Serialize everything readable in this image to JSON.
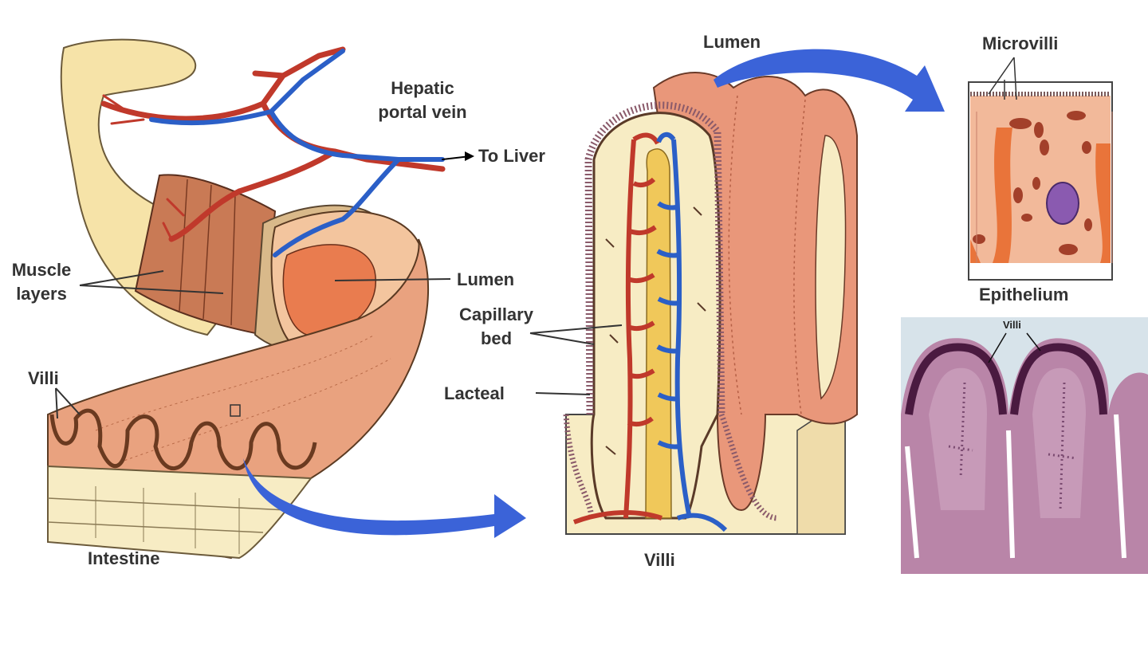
{
  "labels": {
    "hepatic_portal_vein_line1": "Hepatic",
    "hepatic_portal_vein_line2": "portal vein",
    "to_liver": "To Liver",
    "muscle_layers_line1": "Muscle",
    "muscle_layers_line2": "layers",
    "lumen_intestine": "Lumen",
    "villi_intestine": "Villi",
    "intestine": "Intestine",
    "lumen_villus": "Lumen",
    "capillary_bed_line1": "Capillary",
    "capillary_bed_line2": "bed",
    "lacteal": "Lacteal",
    "villi_caption": "Villi",
    "microvilli": "Microvilli",
    "epithelium": "Epithelium",
    "villi_micrograph": "Villi"
  },
  "colors": {
    "intestine_outer": "#f6e3a8",
    "muscle": "#c97a55",
    "muscle_light": "#e2a47f",
    "lumen": "#e97c4f",
    "artery": "#c0392b",
    "vein": "#2b5fc7",
    "lacteal": "#f0c85a",
    "tissue": "#f7ecc4",
    "villus_flesh": "#e9977a",
    "arrow": "#3b63d8",
    "nucleus": "#8a5ab0",
    "micrograph": "#b985a8",
    "micrograph_dark": "#4a1a40"
  }
}
